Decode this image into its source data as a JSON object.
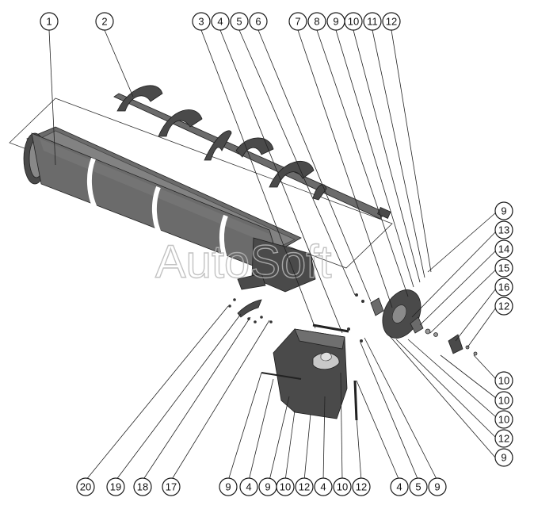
{
  "watermark": "AutoSoft",
  "callouts": [
    {
      "id": "c-top-1",
      "label": "1"
    },
    {
      "id": "c-top-2",
      "label": "2"
    },
    {
      "id": "c-top-3",
      "label": "3"
    },
    {
      "id": "c-top-4",
      "label": "4"
    },
    {
      "id": "c-top-5",
      "label": "5"
    },
    {
      "id": "c-top-6",
      "label": "6"
    },
    {
      "id": "c-top-7",
      "label": "7"
    },
    {
      "id": "c-top-8",
      "label": "8"
    },
    {
      "id": "c-top-9",
      "label": "9"
    },
    {
      "id": "c-top-10",
      "label": "10"
    },
    {
      "id": "c-top-11",
      "label": "11"
    },
    {
      "id": "c-top-12",
      "label": "12"
    },
    {
      "id": "c-right-9a",
      "label": "9"
    },
    {
      "id": "c-right-13",
      "label": "13"
    },
    {
      "id": "c-right-14",
      "label": "14"
    },
    {
      "id": "c-right-15",
      "label": "15"
    },
    {
      "id": "c-right-16",
      "label": "16"
    },
    {
      "id": "c-right-12a",
      "label": "12"
    },
    {
      "id": "c-right-10a",
      "label": "10"
    },
    {
      "id": "c-right-10b",
      "label": "10"
    },
    {
      "id": "c-right-10c",
      "label": "10"
    },
    {
      "id": "c-right-12b",
      "label": "12"
    },
    {
      "id": "c-right-9b",
      "label": "9"
    },
    {
      "id": "c-bot-20",
      "label": "20"
    },
    {
      "id": "c-bot-19",
      "label": "19"
    },
    {
      "id": "c-bot-18",
      "label": "18"
    },
    {
      "id": "c-bot-17",
      "label": "17"
    },
    {
      "id": "c-bot-9a",
      "label": "9"
    },
    {
      "id": "c-bot-4a",
      "label": "4"
    },
    {
      "id": "c-bot-9b",
      "label": "9"
    },
    {
      "id": "c-bot-10a",
      "label": "10"
    },
    {
      "id": "c-bot-12a",
      "label": "12"
    },
    {
      "id": "c-bot-4b",
      "label": "4"
    },
    {
      "id": "c-bot-10b",
      "label": "10"
    },
    {
      "id": "c-bot-12b",
      "label": "12"
    },
    {
      "id": "c-bot-4c",
      "label": "4"
    },
    {
      "id": "c-bot-5",
      "label": "5"
    },
    {
      "id": "c-bot-9c",
      "label": "9"
    }
  ]
}
